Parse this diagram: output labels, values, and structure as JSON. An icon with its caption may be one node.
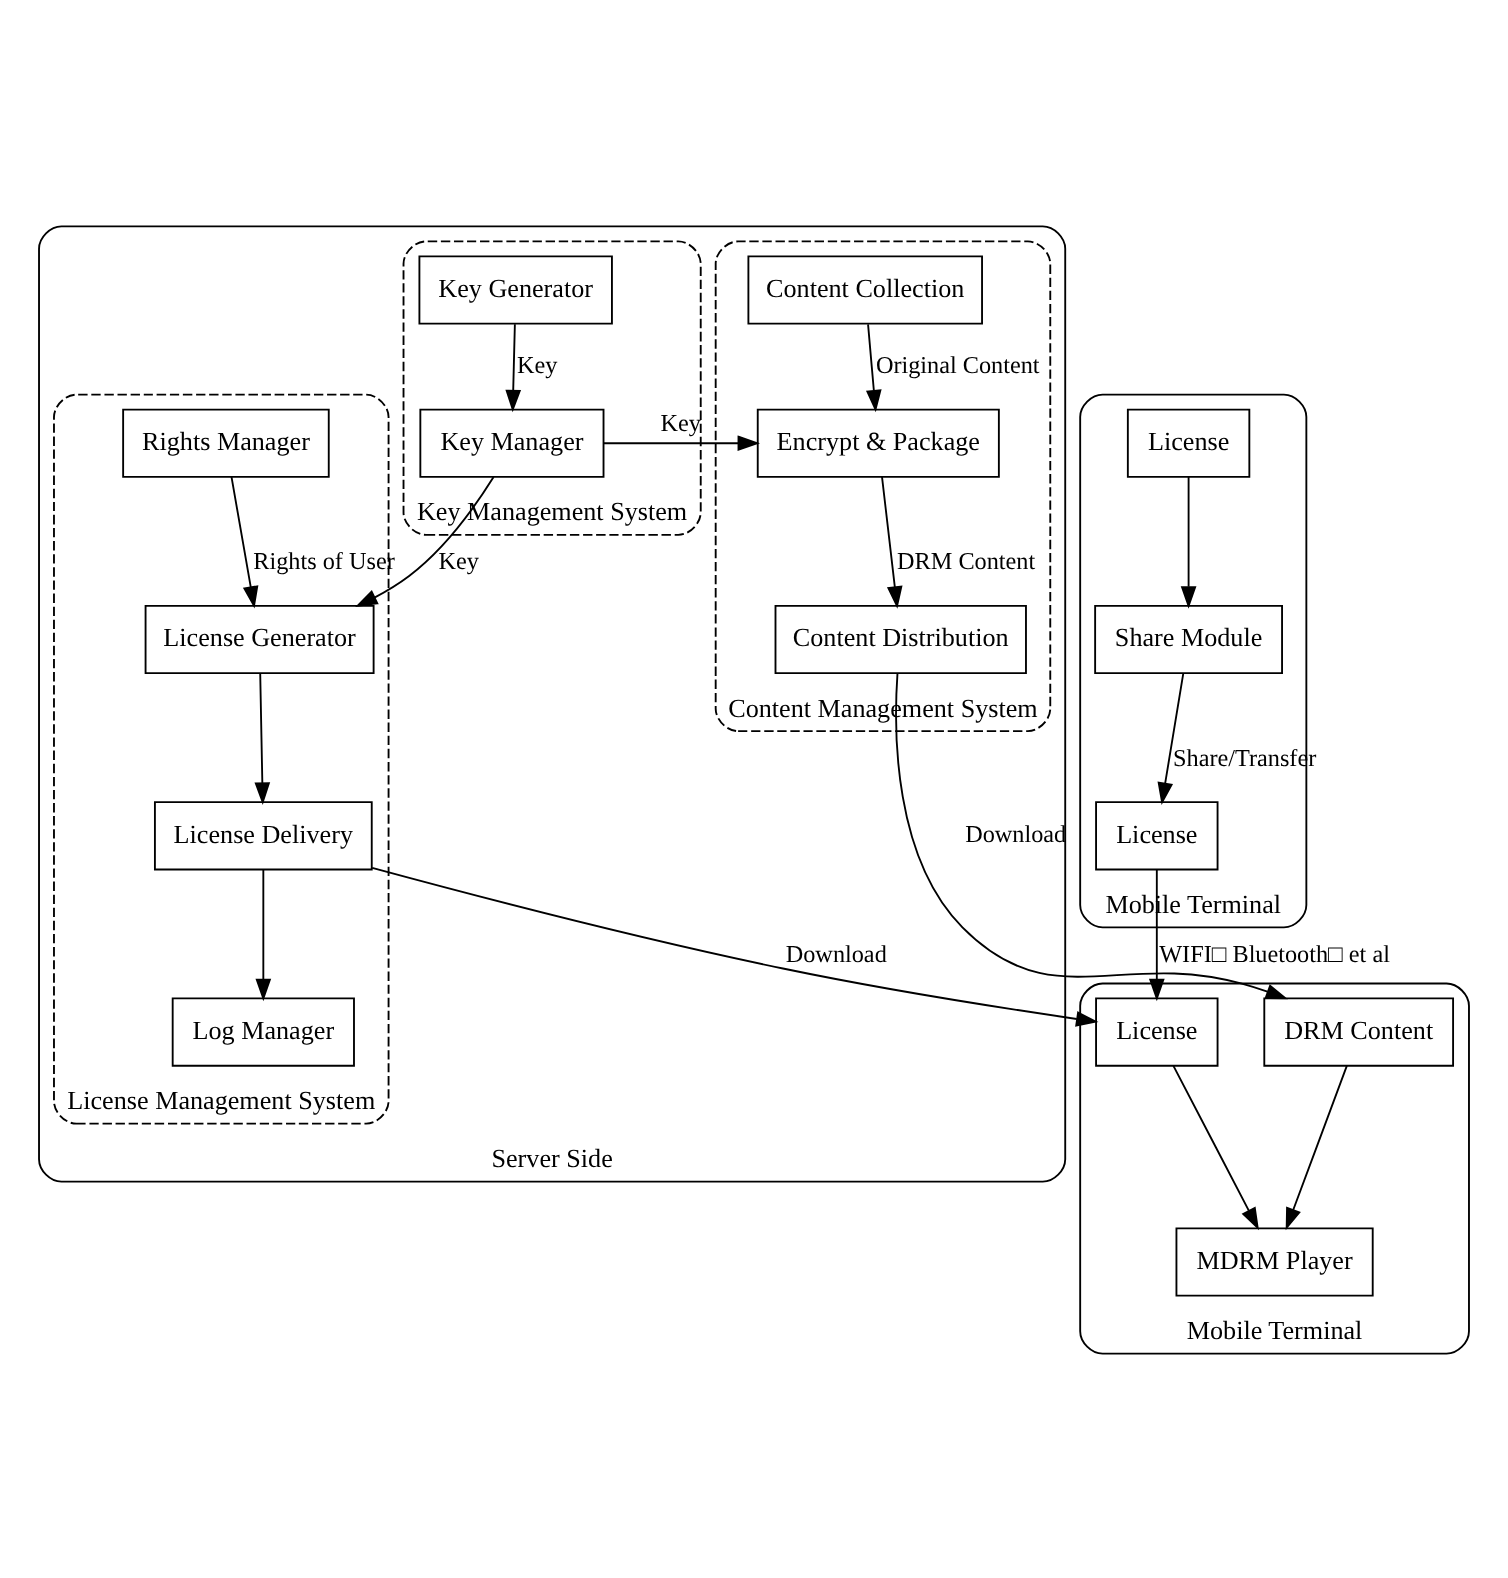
{
  "diagram": {
    "nodes": [
      {
        "text": [
          "Server Side"
        ]
      },
      {
        "text": [
          "Content Management System"
        ],
        "in": 0
      },
      {
        "text": [
          "Content Collection"
        ],
        "in": 1
      },
      {
        "text": [
          "Encrypt & Package"
        ],
        "in": 1
      },
      {
        "text": [
          "Content Distribution"
        ],
        "in": 1
      },
      {
        "text": [
          "Key Management System"
        ],
        "in": 0
      },
      {
        "text": [
          "Key Generator"
        ],
        "in": 5
      },
      {
        "text": [
          "Key Manager"
        ],
        "in": 5
      },
      {
        "text": [
          "License Management System"
        ],
        "in": 0
      },
      {
        "text": [
          "Rights Manager"
        ],
        "in": 8
      },
      {
        "text": [
          "License Generator"
        ],
        "in": 8
      },
      {
        "text": [
          "Log Manager"
        ],
        "in": 8
      },
      {
        "text": [
          "License Delivery"
        ],
        "in": 8
      },
      {
        "text": [
          "Mobile Terminal"
        ]
      },
      {
        "text": [
          "DRM Content"
        ],
        "in": 13
      },
      {
        "text": [
          "MDRM Player"
        ],
        "in": 13
      },
      {
        "text": [
          "License"
        ],
        "in": 13
      },
      {
        "text": [
          "Mobile Terminal"
        ]
      },
      {
        "text": [
          "License"
        ],
        "in": 17
      },
      {
        "text": [
          "Share Module"
        ],
        "in": 17
      },
      {
        "text": [
          "License"
        ],
        "in": 17
      }
    ],
    "edges": [
      {
        "from": 2,
        "to": 3,
        "arrow": "to",
        "label": "Original Content"
      },
      {
        "from": 7,
        "to": 3,
        "arrow": "to",
        "label": "Key"
      },
      {
        "from": 3,
        "to": 4,
        "arrow": "to",
        "label": "DRM Content"
      },
      {
        "from": 4,
        "to": 14,
        "arrow": "to",
        "label": "Download"
      },
      {
        "from": 14,
        "to": 15,
        "arrow": "to"
      },
      {
        "from": 16,
        "to": 15,
        "arrow": "to"
      },
      {
        "from": 6,
        "to": 7,
        "arrow": "to",
        "label": "Key"
      },
      {
        "from": 7,
        "to": 10,
        "arrow": "to",
        "label": "Key"
      },
      {
        "from": 9,
        "to": 10,
        "arrow": "to",
        "label": "Rights of User"
      },
      {
        "from": 10,
        "to": 12,
        "arrow": "to"
      },
      {
        "from": 12,
        "to": 11,
        "arrow": "to"
      },
      {
        "from": 12,
        "to": 16,
        "arrow": "to",
        "label": "Download"
      },
      {
        "from": 18,
        "to": 16,
        "arrow": "to",
        "label": "WIFI□ Bluetooth□ et al"
      },
      {
        "from": 19,
        "to": 18,
        "arrow": "to",
        "label": "Share/Transfer"
      },
      {
        "from": 20,
        "to": 19,
        "arrow": "to"
      }
    ]
  }
}
